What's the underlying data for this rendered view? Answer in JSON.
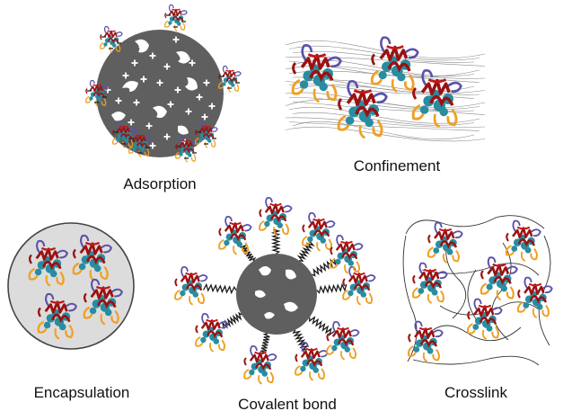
{
  "figure": {
    "panels": [
      {
        "id": "adsorption",
        "label": "Adsorption"
      },
      {
        "id": "confinement",
        "label": "Confinement"
      },
      {
        "id": "encapsulation",
        "label": "Encapsulation"
      },
      {
        "id": "covalent",
        "label": "Covalent bond"
      },
      {
        "id": "crosslink",
        "label": "Crosslink"
      }
    ]
  },
  "colors": {
    "support": "#5f5f5f",
    "capsule_fill": "#dcdcdc",
    "capsule_stroke": "#444444",
    "helix": "#9b1111",
    "core": "#2a8ca0",
    "loop_purple": "#5a52a8",
    "loop_orange": "#f0a024",
    "strand": "#555555"
  },
  "icons": {
    "enzyme": "enzyme-icon",
    "support": "support-particle-icon",
    "linker": "linker-spring-icon",
    "charge": "positive-charge-icon"
  }
}
